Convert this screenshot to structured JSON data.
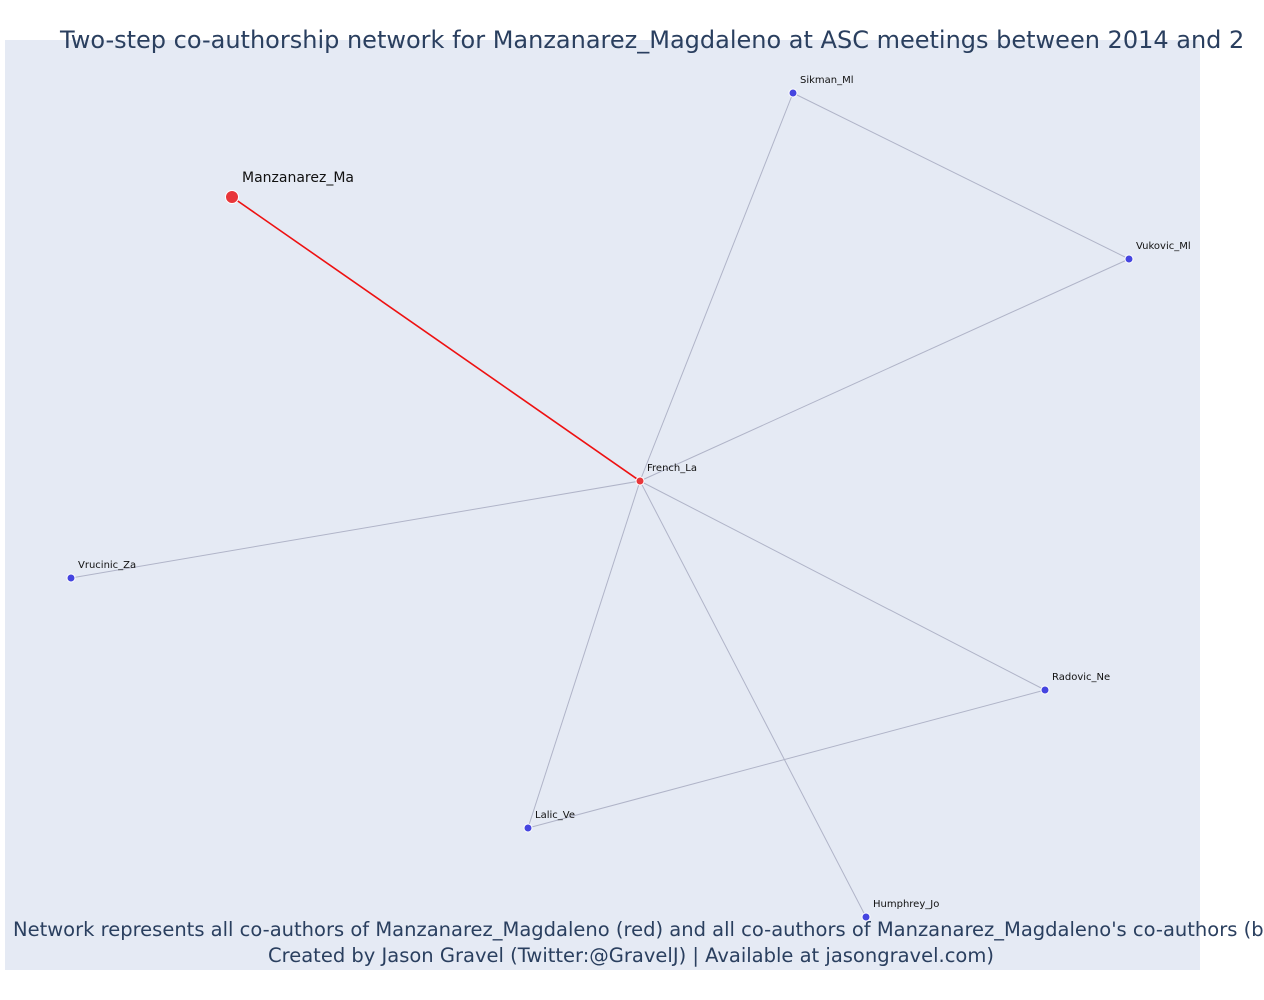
{
  "title": "Two-step co-authorship network for Manzanarez_Magdaleno at ASC meetings between 2014 and 2",
  "captions": {
    "line1": "Network represents all co-authors of Manzanarez_Magdaleno (red) and all co-authors of Manzanarez_Magdaleno's co-authors (b",
    "line2": "Created by Jason Gravel (Twitter:@GravelJ) | Available at jasongravel.com)"
  },
  "colors": {
    "focal": "#e8363a",
    "coauthor": "#e8363a",
    "second": "#4545e0",
    "edge_main": "#ee1111",
    "edge": "#b0b4c8"
  },
  "nodes": [
    {
      "id": "Manzanarez_Ma",
      "label": "Manzanarez_Ma",
      "role": "focal"
    },
    {
      "id": "French_La",
      "label": "French_La",
      "role": "coauthor"
    },
    {
      "id": "Sikman_Ml",
      "label": "Sikman_Ml",
      "role": "second"
    },
    {
      "id": "Vukovic_Ml",
      "label": "Vukovic_Ml",
      "role": "second"
    },
    {
      "id": "Vrucinic_Za",
      "label": "Vrucinic_Za",
      "role": "second"
    },
    {
      "id": "Radovic_Ne",
      "label": "Radovic_Ne",
      "role": "second"
    },
    {
      "id": "Lalic_Ve",
      "label": "Lalic_Ve",
      "role": "second"
    },
    {
      "id": "Humphrey_Jo",
      "label": "Humphrey_Jo",
      "role": "second"
    }
  ],
  "edges": [
    {
      "source": "Manzanarez_Ma",
      "target": "French_La",
      "kind": "main"
    },
    {
      "source": "French_La",
      "target": "Sikman_Ml",
      "kind": "other"
    },
    {
      "source": "French_La",
      "target": "Vukovic_Ml",
      "kind": "other"
    },
    {
      "source": "Sikman_Ml",
      "target": "Vukovic_Ml",
      "kind": "other"
    },
    {
      "source": "French_La",
      "target": "Vrucinic_Za",
      "kind": "other"
    },
    {
      "source": "French_La",
      "target": "Radovic_Ne",
      "kind": "other"
    },
    {
      "source": "French_La",
      "target": "Lalic_Ve",
      "kind": "other"
    },
    {
      "source": "Lalic_Ve",
      "target": "Radovic_Ne",
      "kind": "other"
    },
    {
      "source": "French_La",
      "target": "Humphrey_Jo",
      "kind": "other"
    }
  ]
}
